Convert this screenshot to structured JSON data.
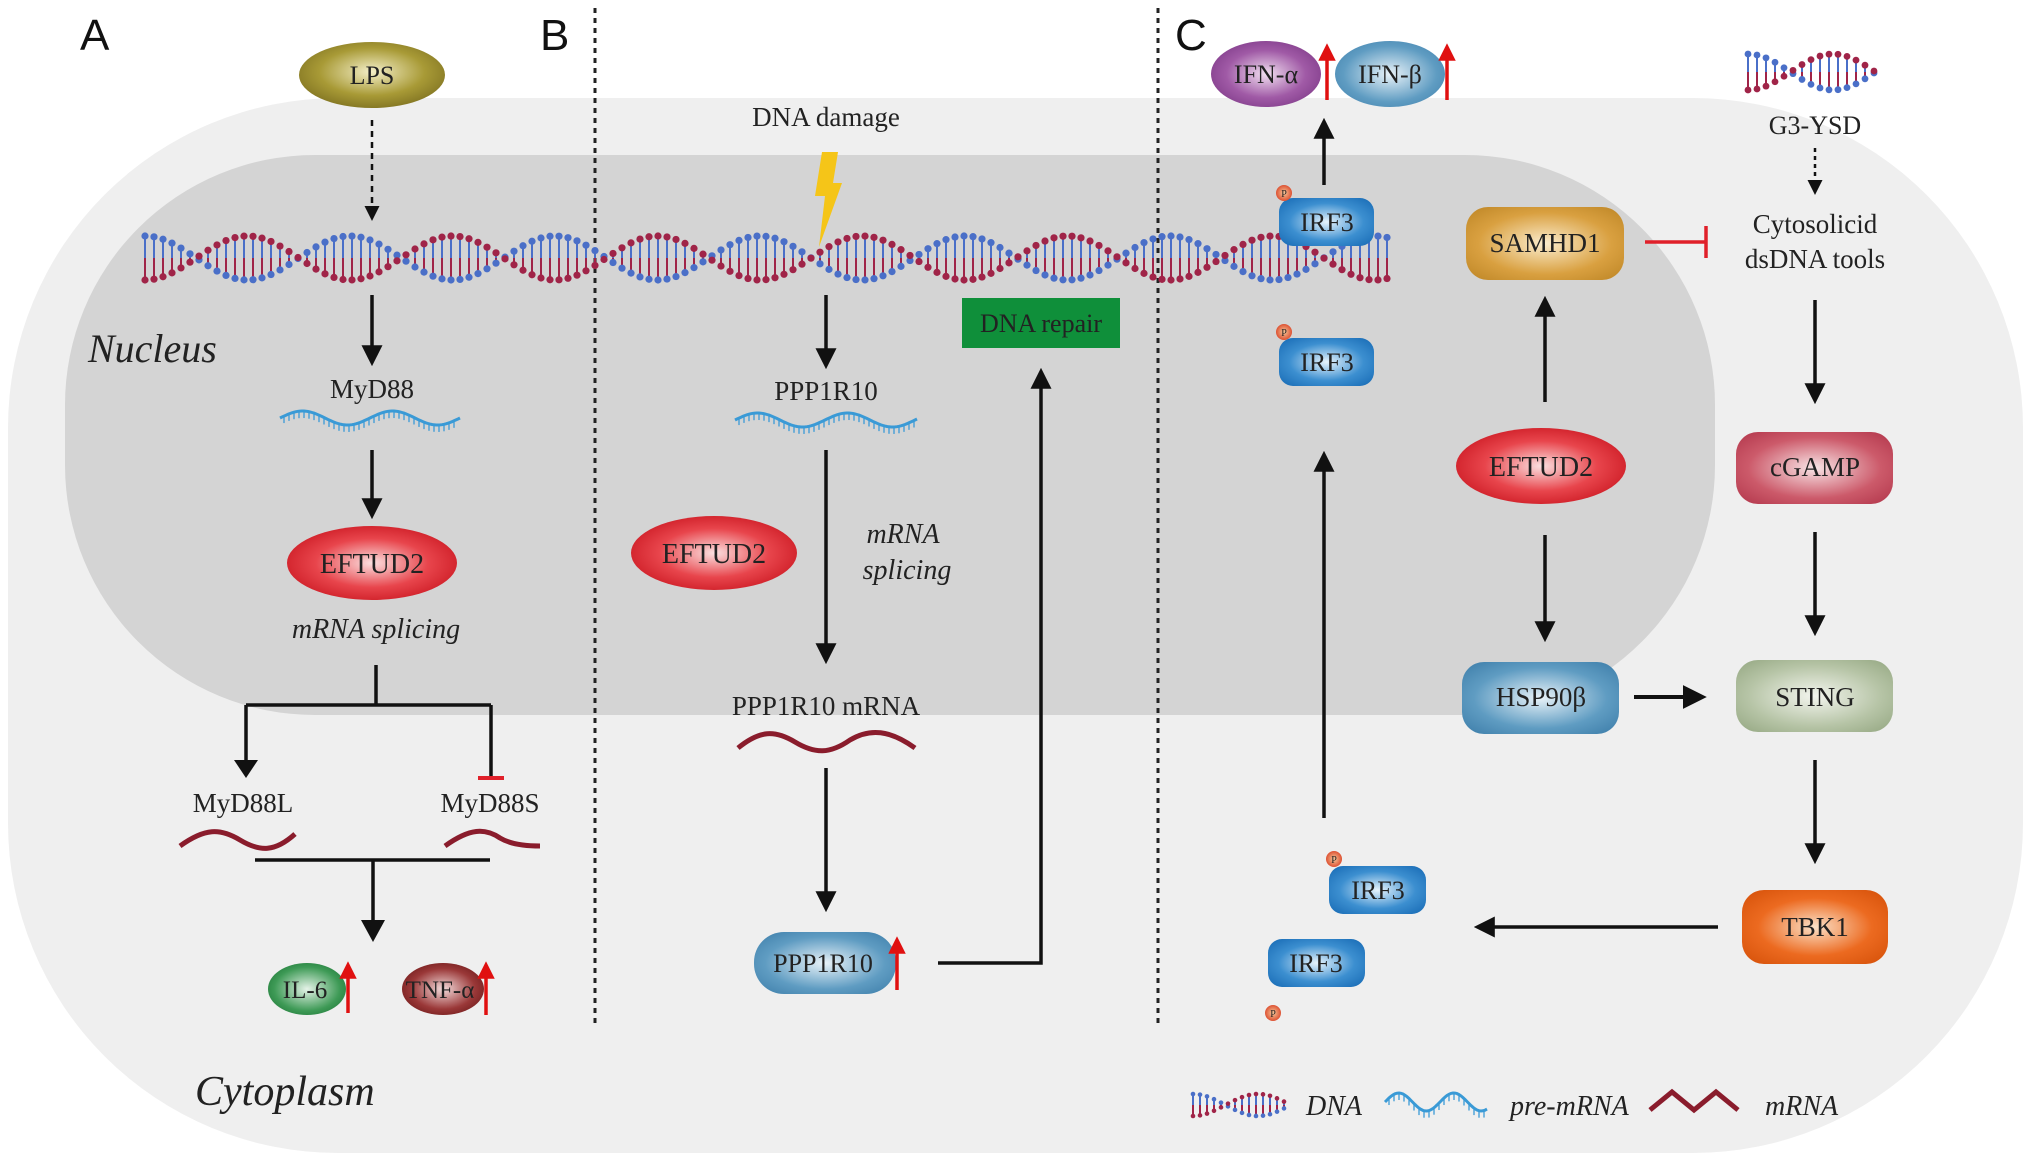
{
  "figure": {
    "compartments": {
      "nucleus": "Nucleus",
      "cytoplasm": "Cytoplasm"
    },
    "panels": [
      {
        "letter": "A",
        "nodes": {
          "lps": "LPS",
          "myd88": "MyD88",
          "eftud2": "EFTUD2",
          "splicing": "mRNA splicing",
          "myd88l": "MyD88L",
          "myd88s": "MyD88S",
          "il6": "IL-6",
          "tnfa": "TNF-α"
        }
      },
      {
        "letter": "B",
        "nodes": {
          "dna_damage": "DNA damage",
          "ppp1r10": "PPP1R10",
          "eftud2": "EFTUD2",
          "splicing_line1": "mRNA",
          "splicing_line2": "splicing",
          "ppp1r10_mrna": "PPP1R10 mRNA",
          "ppp1r10_protein": "PPP1R10",
          "dna_repair": "DNA repair"
        }
      },
      {
        "letter": "C",
        "nodes": {
          "ifna": "IFN-α",
          "ifnb": "IFN-β",
          "irf3": "IRF3",
          "phospho": "P",
          "samhd1": "SAMHD1",
          "eftud2": "EFTUD2",
          "hsp90b": "HSP90β",
          "g3ysd": "G3-YSD",
          "cytosolic_line1": "Cytosolicid",
          "cytosolic_line2": "dsDNA tools",
          "cgamp": "cGAMP",
          "sting": "STING",
          "tbk1": "TBK1"
        }
      }
    ],
    "legend": [
      {
        "icon": "dna-icon",
        "label": "DNA"
      },
      {
        "icon": "pre-mrna-icon",
        "label": "pre-mRNA"
      },
      {
        "icon": "mrna-icon",
        "label": "mRNA"
      }
    ],
    "colors": {
      "cytoplasm": "#efefef",
      "nucleus": "#d4d4d4",
      "dna_red": "#a02448",
      "dna_blue": "#4a6fc8",
      "pre_mrna": "#3a9ad6",
      "mrna": "#8a1c2c",
      "inhibit": "#e0202a",
      "up_arrow": "#e01010",
      "dna_repair": "#0f8f3a",
      "lightning": "#f5c518"
    }
  }
}
